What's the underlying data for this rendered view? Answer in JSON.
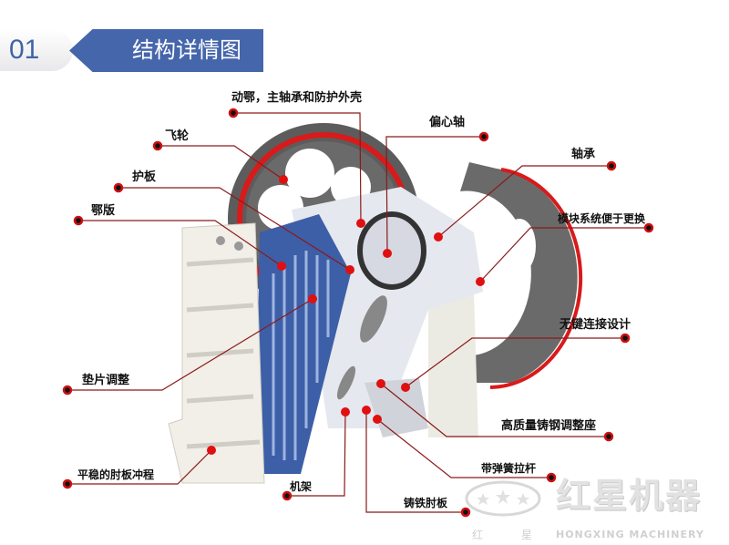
{
  "header": {
    "number": "01",
    "title": "结构详情图"
  },
  "labels": {
    "moving_jaw": "动鄂，主轴承和防护外壳",
    "eccentric_shaft": "偏心轴",
    "flywheel": "飞轮",
    "bearing": "轴承",
    "guard_plate": "护板",
    "modular": "模块系统便于更换",
    "jaw_plate": "鄂版",
    "keyless": "无键连接设计",
    "shim": "垫片调整",
    "adjust_seat": "高质量铸钢调整座",
    "toggle_stroke": "平稳的肘板冲程",
    "spring_rod": "带弹簧拉杆",
    "frame": "机架",
    "toggle_plate": "铸铁肘板"
  },
  "logo": {
    "cn": "红星机器",
    "en": "HONGXING MACHINERY",
    "s1": "红",
    "s2": "星"
  },
  "colors": {
    "accent": "#4566ab",
    "leader": "#8b1a1a",
    "dot": "#e01010"
  }
}
